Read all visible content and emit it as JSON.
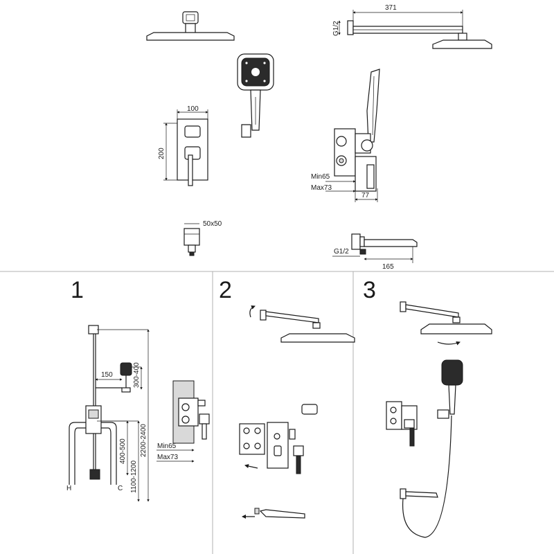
{
  "top_dimensions": {
    "arm_length": "371",
    "arm_thread": "G1/2",
    "panel_width": "100",
    "panel_height": "200",
    "valve_min_depth": "Min65",
    "valve_max_depth": "Max73",
    "valve_projection": "77",
    "outlet_size": "50x50",
    "spout_thread": "G1/2",
    "spout_length": "165"
  },
  "steps": [
    {
      "number": "1"
    },
    {
      "number": "2"
    },
    {
      "number": "3"
    }
  ],
  "step1_dimensions": {
    "handshower_offset": "150",
    "handshower_height": "300-400",
    "valve_to_spout": "400-500",
    "valve_height": "1100-1200",
    "total_height": "2200-2400",
    "hot_label": "H",
    "cold_label": "C",
    "min_depth": "Min65",
    "max_depth": "Max73"
  }
}
